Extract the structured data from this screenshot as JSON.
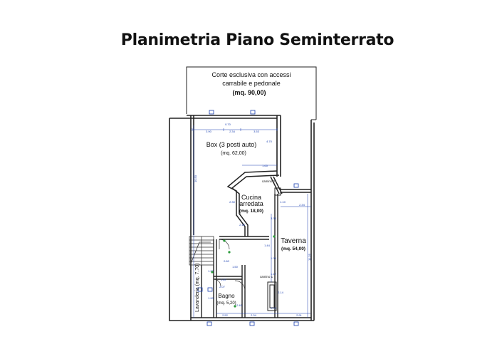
{
  "title": "Planimetria Piano Seminterrato",
  "rooms": {
    "corte": {
      "line1": "Corte esclusiva con accessi",
      "line2": "carrabile e pedonale",
      "area": "(mq. 90,00)"
    },
    "box": {
      "name": "Box (3 posti auto)",
      "area": "(mq. 62,00)"
    },
    "cucina": {
      "line1": "Cucina",
      "line2": "arredata",
      "area": "(mq. 18,00)"
    },
    "taverna": {
      "name": "Taverna",
      "area": "(mq. 54,00)"
    },
    "bagno": {
      "name": "Bagno",
      "area": "(mq. 5,20)"
    },
    "lavanderia": {
      "name": "Lavanderia (mq. 7,70)"
    }
  },
  "fixtures": {
    "camino1": "camino 1",
    "camino2": "camino 2"
  },
  "dimensions": {
    "d_top_left": "3.90",
    "d_top_mid": "2.34",
    "d_top_right": "3.53",
    "d_small_top": "0.70",
    "d_box_right": "4.70",
    "d_165": "1.65",
    "d_1050": "10.50",
    "d_230": "2.30",
    "d_110": "1.10",
    "d_234": "2.34",
    "d_338": "3.38",
    "d_215": "2.15",
    "d_144": "1.44",
    "d_1125": "11.25",
    "d_1_05": "1.05",
    "d_117": "1.17",
    "d_214": "2.14",
    "d_070": "0.70",
    "d_252": "2.52",
    "d_bottom_234": "2.34",
    "d_bottom_291": "2.91",
    "d_187": "1.87",
    "d_207": "2.07",
    "d_130": "1.30",
    "d_190": "1.90",
    "d_150": "1.50",
    "d_240": "2.40",
    "d_060": "0.60"
  }
}
